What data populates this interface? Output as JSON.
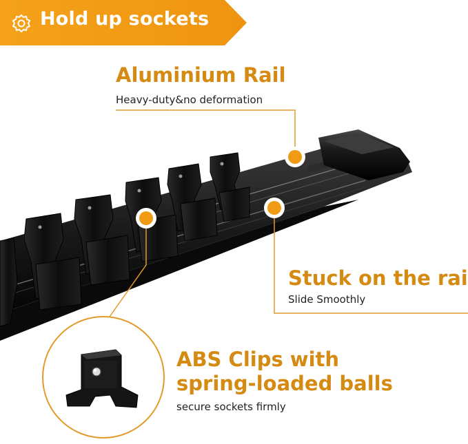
{
  "banner": {
    "text": "Hold up sockets",
    "icon": "gear-icon",
    "color": "#f19a14"
  },
  "features": [
    {
      "title": "Aluminium Rail",
      "subtitle": "Heavy-duty&no deformation"
    },
    {
      "title": "Stuck on the rail",
      "subtitle": "Slide Smoothly"
    },
    {
      "title_line1": "ABS Clips with",
      "title_line2": "spring-loaded balls",
      "subtitle": "secure sockets firmly"
    }
  ],
  "colors": {
    "accent": "#f19a14",
    "title": "#d58a12",
    "product": "#111111"
  }
}
